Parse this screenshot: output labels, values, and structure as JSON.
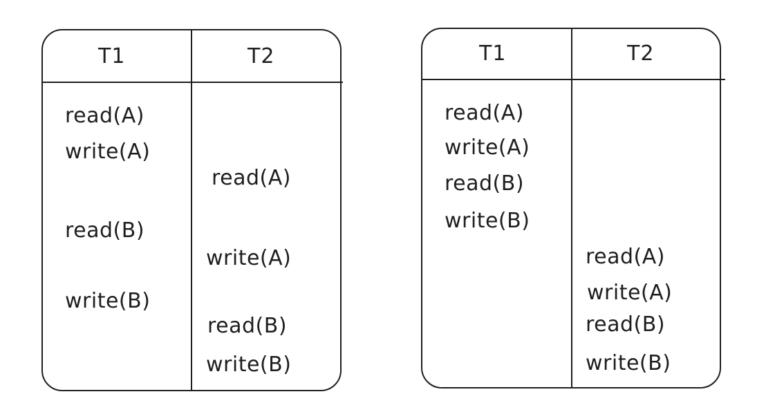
{
  "schedules": [
    {
      "headers": {
        "t1": "T1",
        "t2": "T2"
      },
      "t1_ops": [
        "read(A)",
        "write(A)",
        "read(B)",
        "write(B)"
      ],
      "t2_ops": [
        "read(A)",
        "write(A)",
        "read(B)",
        "write(B)"
      ]
    },
    {
      "headers": {
        "t1": "T1",
        "t2": "T2"
      },
      "t1_ops": [
        "read(A)",
        "write(A)",
        "read(B)",
        "write(B)"
      ],
      "t2_ops": [
        "read(A)",
        "write(A)",
        "read(B)",
        "write(B)"
      ]
    }
  ]
}
